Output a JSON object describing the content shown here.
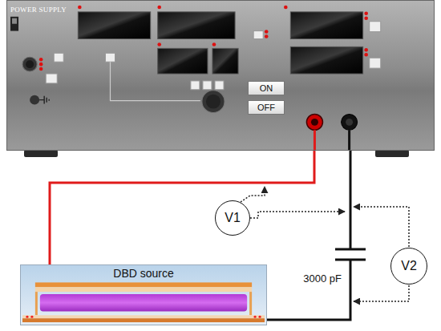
{
  "diagram": {
    "nodes": [
      {
        "text": [
          "POWER SUPPLY"
        ]
      },
      {
        "text": [
          "ON"
        ],
        "in": 0
      },
      {
        "text": [
          "OFF"
        ],
        "in": 0
      },
      {
        "text": [
          "V1"
        ]
      },
      {
        "text": [
          "V2"
        ]
      },
      {
        "text": [
          "DBD source"
        ]
      }
    ],
    "edges": [
      {
        "from": 0,
        "to": 5,
        "arrow": "none"
      },
      {
        "from": 0,
        "to": 5,
        "arrow": "none"
      }
    ],
    "labels": [
      "3000 pF"
    ]
  }
}
